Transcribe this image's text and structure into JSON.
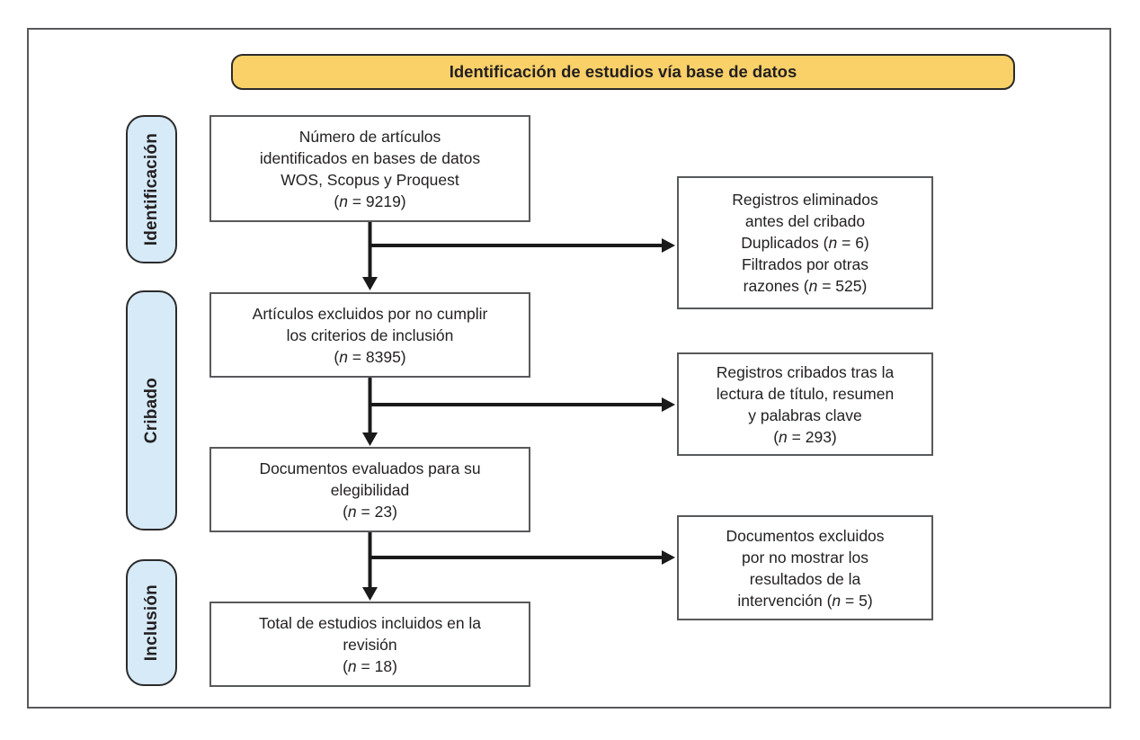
{
  "banner": {
    "title": "Identificación de estudios vía base de datos"
  },
  "stages": [
    {
      "label": "Identificación"
    },
    {
      "label": "Cribado"
    },
    {
      "label": "Inclusión"
    }
  ],
  "main_boxes": [
    {
      "name": "identified-records-box",
      "n": 9219,
      "lines": [
        "Número de artículos",
        "identificados en bases de datos",
        "WOS, Scopus y Proquest",
        "(n = 9219)"
      ]
    },
    {
      "name": "excluded-criteria-box",
      "n": 8395,
      "lines": [
        "Artículos excluidos por no cumplir",
        "los criterios de inclusión",
        "(n = 8395)"
      ]
    },
    {
      "name": "assessed-eligibility-box",
      "n": 23,
      "lines": [
        "Documentos evaluados para su",
        "elegibilidad",
        "(n = 23)"
      ]
    },
    {
      "name": "included-studies-box",
      "n": 18,
      "lines": [
        "Total de estudios incluidos en la",
        "revisión",
        "(n = 18)"
      ]
    }
  ],
  "side_boxes": [
    {
      "name": "records-removed-before-screening-box",
      "n_duplicates": 6,
      "n_other_reasons": 525,
      "lines": [
        "Registros eliminados",
        "antes del cribado",
        "Duplicados (n = 6)",
        "Filtrados por otras",
        "razones (n = 525)"
      ]
    },
    {
      "name": "records-screened-box",
      "n": 293,
      "lines": [
        "Registros cribados tras la",
        "lectura de título, resumen",
        "y palabras clave",
        "(n = 293)"
      ]
    },
    {
      "name": "documents-excluded-no-results-box",
      "n": 5,
      "lines": [
        "Documentos excluidos",
        "por no mostrar los",
        "resultados de la",
        "intervención (n = 5)"
      ]
    }
  ],
  "colors": {
    "banner_fill": "#FAD169",
    "stage_fill": "#D6EAF8",
    "border_dark": "#2B2B2B",
    "box_border": "#58595B",
    "arrow": "#1A1A1A",
    "text": "#231F20"
  }
}
